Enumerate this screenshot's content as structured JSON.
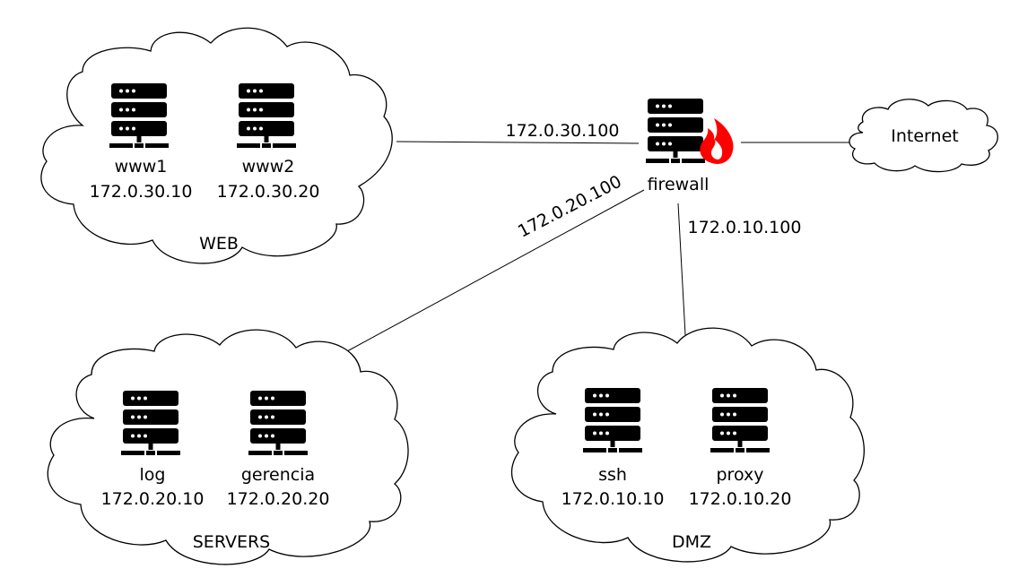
{
  "networks": {
    "web": {
      "name": "WEB",
      "hosts": [
        {
          "name": "www1",
          "ip": "172.0.30.10"
        },
        {
          "name": "www2",
          "ip": "172.0.30.20"
        }
      ]
    },
    "servers": {
      "name": "SERVERS",
      "hosts": [
        {
          "name": "log",
          "ip": "172.0.20.10"
        },
        {
          "name": "gerencia",
          "ip": "172.0.20.20"
        }
      ]
    },
    "dmz": {
      "name": "DMZ",
      "hosts": [
        {
          "name": "ssh",
          "ip": "172.0.10.10"
        },
        {
          "name": "proxy",
          "ip": "172.0.10.20"
        }
      ]
    },
    "internet": {
      "name": "Internet"
    }
  },
  "firewall": {
    "name": "firewall",
    "interfaces": {
      "web": "172.0.30.100",
      "servers": "172.0.20.100",
      "dmz": "172.0.10.100"
    }
  },
  "colors": {
    "line": "#000000",
    "server": "#000000",
    "flame": "#ff0000"
  },
  "icons": {
    "server": "server-icon",
    "firewall": "firewall-icon",
    "cloud": "cloud-shape"
  }
}
